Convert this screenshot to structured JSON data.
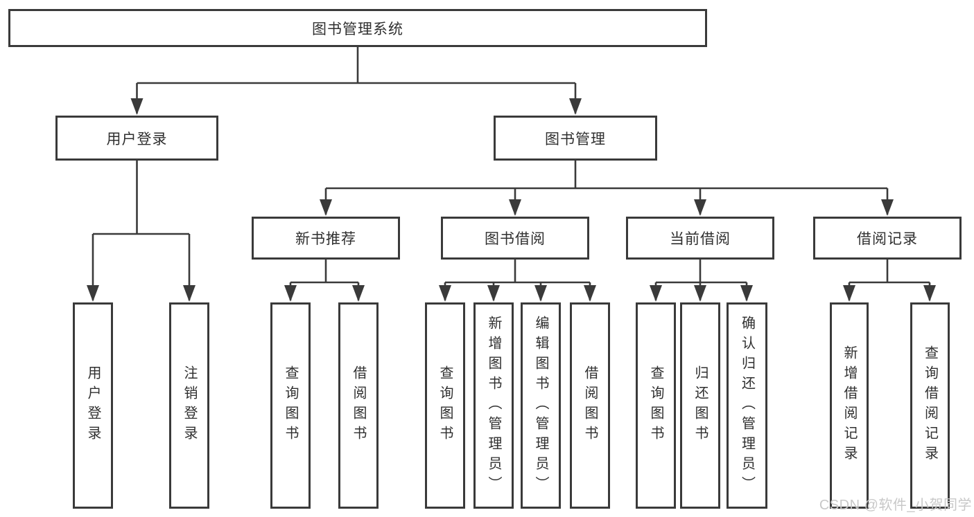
{
  "style": {
    "line_color": "#3a3a3a",
    "text_color": "#2f2f2f",
    "box_bg": "#ffffff",
    "watermark_color": "#c8c8c8"
  },
  "watermark": {
    "text": "CSDN @软件_小贺同学"
  },
  "tree": {
    "label": "图书管理系统",
    "children": [
      {
        "label": "用户登录",
        "children": [
          {
            "label": "用户登录"
          },
          {
            "label": "注销登录"
          }
        ]
      },
      {
        "label": "图书管理",
        "children": [
          {
            "label": "新书推荐",
            "children": [
              {
                "label": "查询图书"
              },
              {
                "label": "借阅图书"
              }
            ]
          },
          {
            "label": "图书借阅",
            "children": [
              {
                "label": "查询图书"
              },
              {
                "label": "新增图书（管理员）"
              },
              {
                "label": "编辑图书（管理员）"
              },
              {
                "label": "借阅图书"
              }
            ]
          },
          {
            "label": "当前借阅",
            "children": [
              {
                "label": "查询图书"
              },
              {
                "label": "归还图书"
              },
              {
                "label": "确认归还（管理员）"
              }
            ]
          },
          {
            "label": "借阅记录",
            "children": [
              {
                "label": "新增借阅记录"
              },
              {
                "label": "查询借阅记录"
              }
            ]
          }
        ]
      }
    ]
  }
}
